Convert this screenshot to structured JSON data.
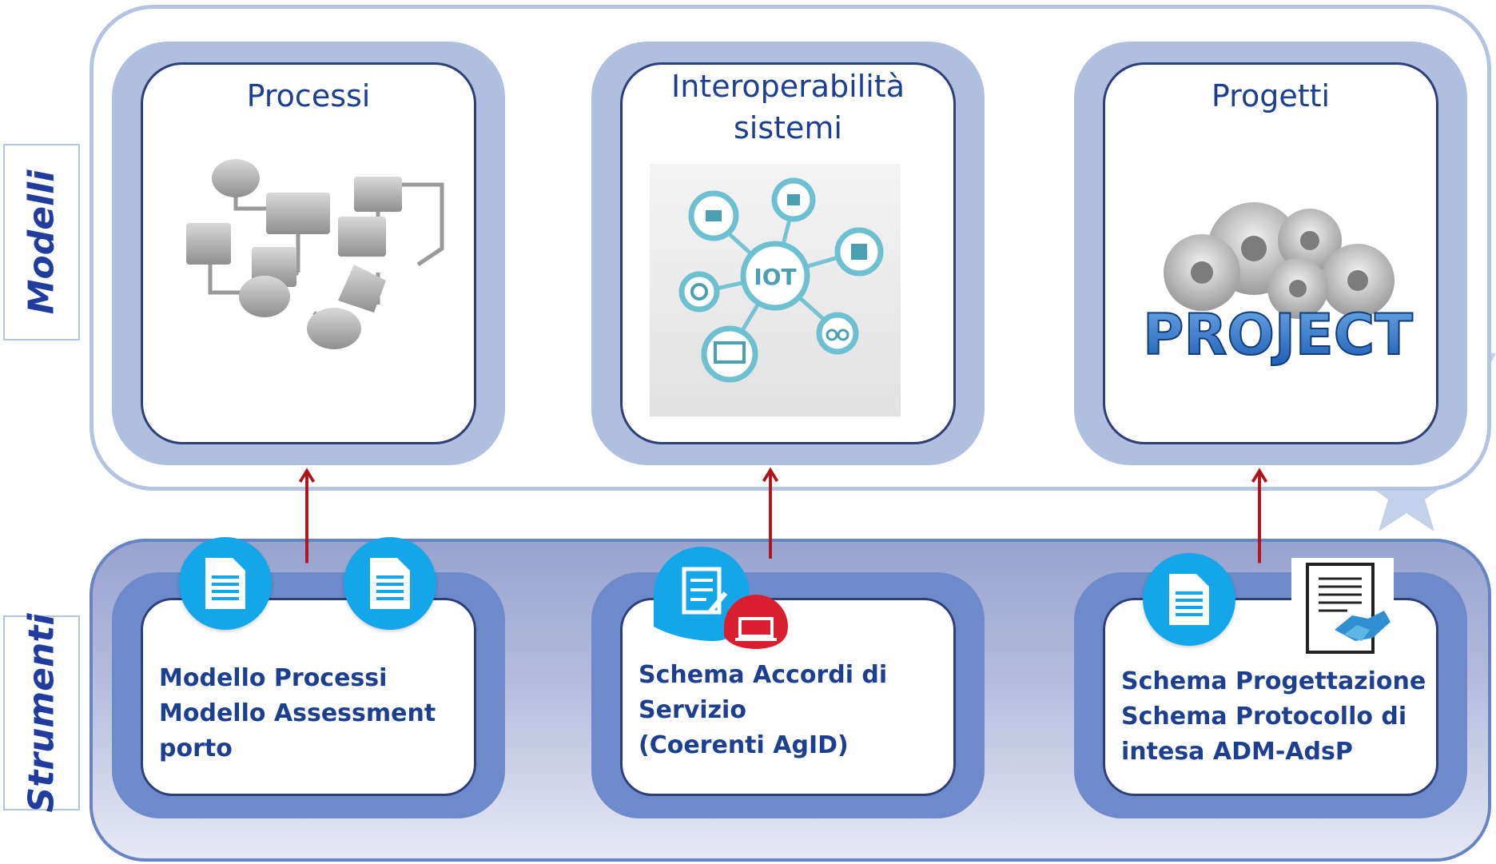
{
  "side_labels": {
    "models": "Modelli",
    "tools": "Strumenti"
  },
  "models": {
    "processes": {
      "title": "Processi",
      "image_icon": "flowchart-image"
    },
    "interoperability": {
      "title_line1": "Interoperabilità",
      "title_line2": "sistemi",
      "image_icon": "iot-network-image",
      "iot_label": "IOT"
    },
    "projects": {
      "title": "Progetti",
      "image_icon": "project-gears-image",
      "project_word": "PROJECT"
    }
  },
  "tools": {
    "processes": {
      "text": "Modello Processi\nModello Assessment\nporto"
    },
    "interoperability": {
      "text": "Schema Accordi di\nServizio\n(Coerenti AgID)"
    },
    "projects": {
      "text": "Schema Progettazione\nSchema Protocollo di\nintesa ADM-AdsP"
    }
  },
  "colors": {
    "label_text": "#1f3c9e",
    "card_text": "#1d3f8f",
    "top_frame": "#aebfe0",
    "bottom_frame": "#6d8acb",
    "arrow": "#b0121b",
    "doc_badge": "#13a6e8"
  }
}
